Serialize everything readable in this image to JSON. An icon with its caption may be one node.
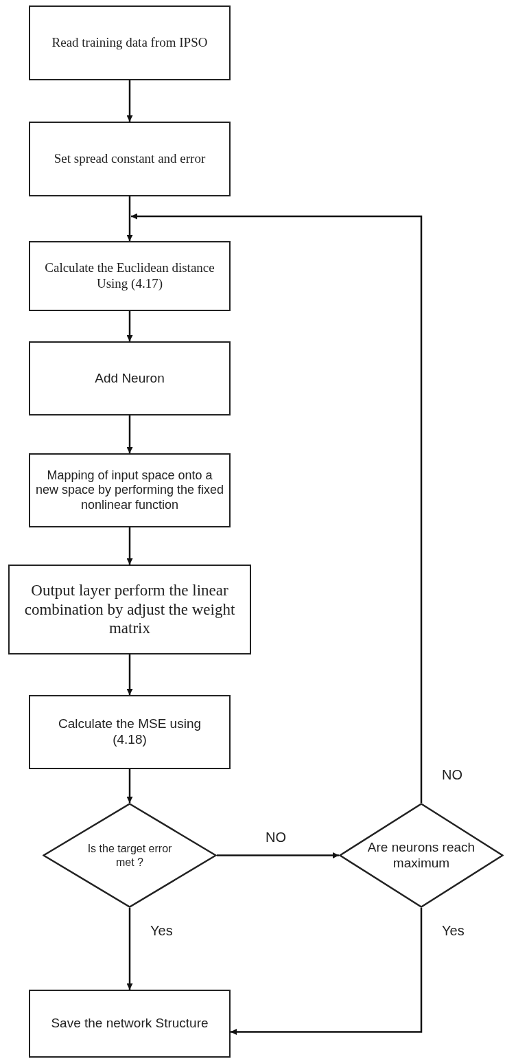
{
  "diagram": {
    "nodes": [
      {
        "text": [
          "Read training data from IPSO"
        ]
      },
      {
        "text": [
          "Set spread constant and error"
        ]
      },
      {
        "text": [
          "Calculate the Euclidean distance Using (4.17)"
        ]
      },
      {
        "text": [
          "Add Neuron"
        ]
      },
      {
        "text": [
          "Mapping of input space onto a new space by performing the fixed nonlinear function"
        ]
      },
      {
        "text": [
          "Output layer perform the linear combination by adjust the weight matrix"
        ]
      },
      {
        "text": [
          "Calculate the MSE using (4.18)"
        ]
      },
      {
        "text": [
          "Is the target error met ?"
        ]
      },
      {
        "text": [
          "Are neurons reach maximum"
        ]
      },
      {
        "text": [
          "Save the network Structure"
        ]
      }
    ],
    "edges": [
      {
        "from": 0,
        "to": 1,
        "arrow": "to"
      },
      {
        "from": 1,
        "to": 2,
        "arrow": "to"
      },
      {
        "from": 2,
        "to": 3,
        "arrow": "to"
      },
      {
        "from": 3,
        "to": 4,
        "arrow": "to"
      },
      {
        "from": 4,
        "to": 5,
        "arrow": "to"
      },
      {
        "from": 5,
        "to": 6,
        "arrow": "to"
      },
      {
        "from": 6,
        "to": 7,
        "arrow": "to"
      },
      {
        "from": 7,
        "to": 8,
        "label": "NO",
        "arrow": "to"
      },
      {
        "from": 8,
        "to": 2,
        "label": "NO",
        "arrow": "to"
      },
      {
        "from": 7,
        "to": 9,
        "label": "Yes",
        "arrow": "to"
      },
      {
        "from": 8,
        "to": 9,
        "label": "Yes",
        "arrow": "to"
      }
    ]
  }
}
